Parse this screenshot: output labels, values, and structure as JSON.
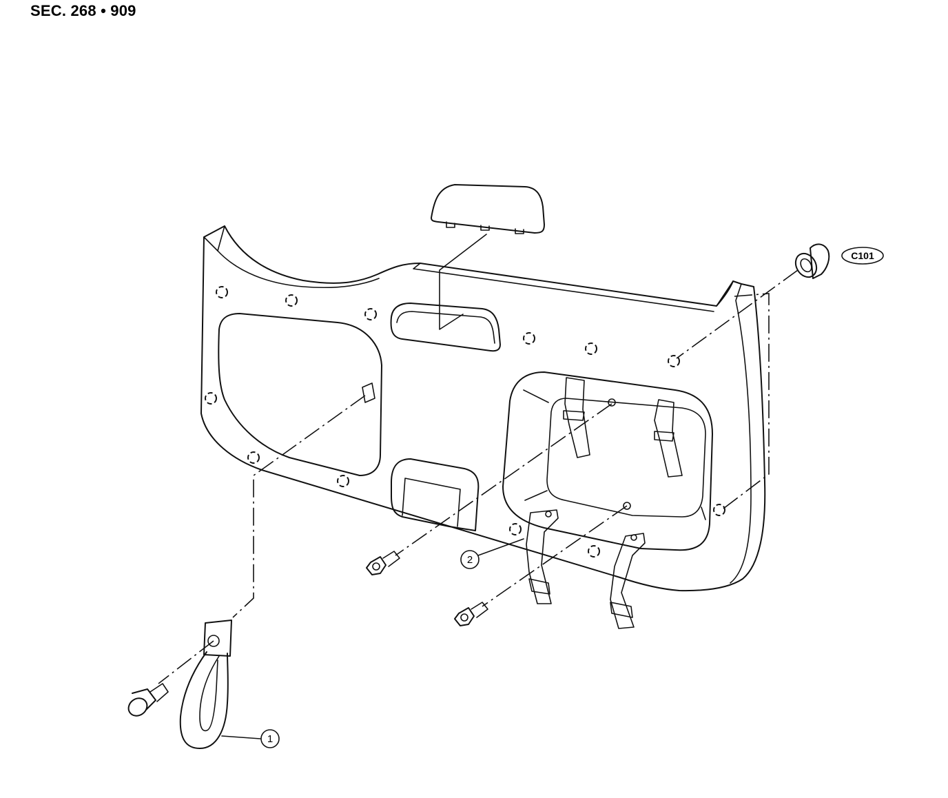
{
  "header": {
    "section_title": "SEC. 268 • 909"
  },
  "callouts": [
    {
      "id": "callout-1",
      "label": "1"
    },
    {
      "id": "callout-2",
      "label": "2"
    }
  ],
  "reference_code": "C101",
  "colors": {
    "ink": "#111111",
    "background": "#ffffff"
  },
  "parts": [
    {
      "name": "back-door-trim-panel",
      "icon": "panel-outline"
    },
    {
      "name": "high-mount-stop-lamp-cover",
      "icon": "lamp-cover"
    },
    {
      "name": "pull-strap-1",
      "icon": "strap-loop"
    },
    {
      "name": "assist-grip-2",
      "icon": "grip-strap"
    },
    {
      "name": "trim-clip",
      "icon": "clip"
    },
    {
      "name": "bolt",
      "icon": "bolt"
    }
  ]
}
